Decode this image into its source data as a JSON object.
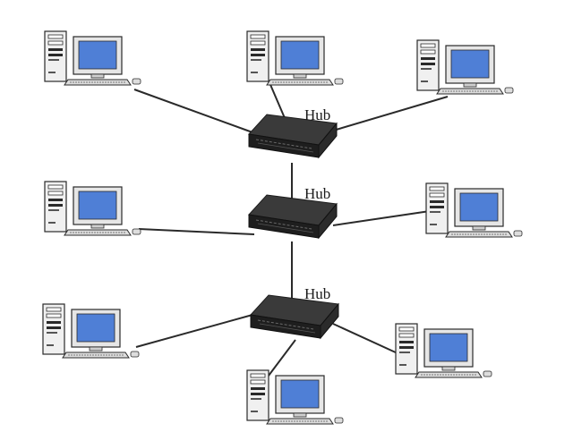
{
  "hub_label": "Hub",
  "colors": {
    "line": "#2a2a2a",
    "tower": "#f0f0f0",
    "screen": "#4f7fd6",
    "monitor": "#e6e6e6",
    "hub_body": "#3a3a3a",
    "hub_dark": "#1e1e1e"
  },
  "hubs": [
    {
      "id": "hub-top",
      "label": "Hub"
    },
    {
      "id": "hub-middle",
      "label": "Hub"
    },
    {
      "id": "hub-bottom",
      "label": "Hub"
    }
  ],
  "computers": [
    {
      "id": "computer-top-left",
      "hub": "hub-top"
    },
    {
      "id": "computer-top-center",
      "hub": "hub-top"
    },
    {
      "id": "computer-top-right",
      "hub": "hub-top"
    },
    {
      "id": "computer-middle-left",
      "hub": "hub-middle"
    },
    {
      "id": "computer-middle-right",
      "hub": "hub-middle"
    },
    {
      "id": "computer-bottom-left",
      "hub": "hub-bottom"
    },
    {
      "id": "computer-bottom-right",
      "hub": "hub-bottom"
    },
    {
      "id": "computer-bottom-center",
      "hub": "hub-bottom"
    }
  ]
}
